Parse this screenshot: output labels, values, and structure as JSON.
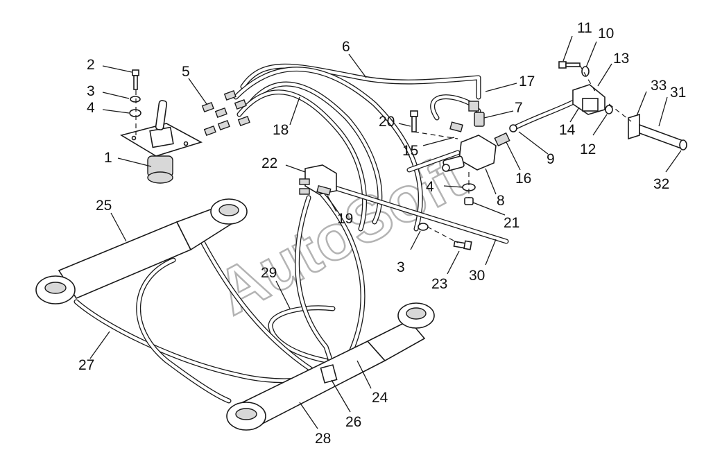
{
  "watermark": "AutoSoft",
  "callouts": [
    "1",
    "2",
    "3",
    "4",
    "5",
    "6",
    "7",
    "8",
    "9",
    "10",
    "11",
    "12",
    "13",
    "14",
    "15",
    "16",
    "17",
    "18",
    "19",
    "20",
    "21",
    "22",
    "23",
    "24",
    "25",
    "26",
    "27",
    "28",
    "29",
    "30",
    "31",
    "32",
    "33"
  ],
  "callouts_repeated": {
    "c3b": "3",
    "c4b": "4"
  }
}
